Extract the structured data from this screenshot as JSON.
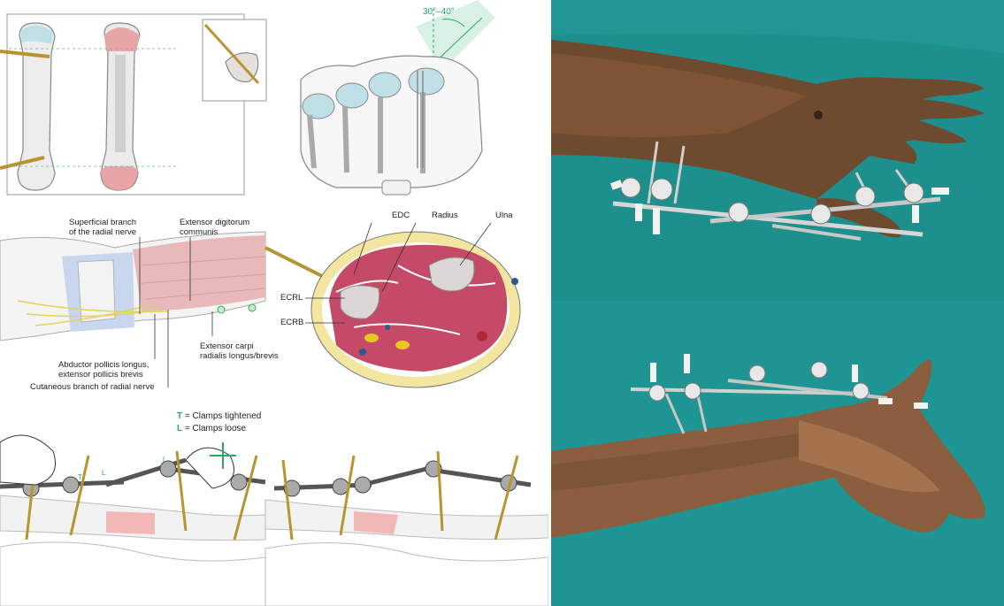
{
  "illustration": {
    "top_right": {
      "angle_label": "30°–40°"
    },
    "middle_left": {
      "labels": {
        "superficial_branch_l1": "Superficial branch",
        "superficial_branch_l2": "of the radial nerve",
        "extensor_digitorum_l1": "Extensor digitorum",
        "extensor_digitorum_l2": "communis",
        "extensor_carpi_l1": "Extensor carpi",
        "extensor_carpi_l2": "radialis longus/brevis",
        "abductor_l1": "Abductor pollicis longus,",
        "abductor_l2": "extensor pollicis brevis",
        "cutaneous": "Cutaneous branch of radial nerve"
      }
    },
    "middle_right": {
      "labels": {
        "edc": "EDC",
        "radius": "Radius",
        "ulna": "Ulna",
        "ecrl": "ECRL",
        "ecrb": "ECRB"
      }
    },
    "bottom": {
      "legend": {
        "t_key": "T",
        "t_text": " = Clamps tightened",
        "l_key": "L",
        "l_text": " = Clamps loose"
      },
      "markers": {
        "t": "T",
        "l1": "L",
        "l2": "L"
      }
    }
  },
  "photos": {
    "top": {
      "subject": "forearm with external fixator, dorsal view",
      "background_color": "#1d8f8c"
    },
    "bottom": {
      "subject": "forearm with external fixator, lateral view",
      "background_color": "#1f9593"
    }
  },
  "colors": {
    "bone": "#eeeeee",
    "bone_highlight": "#e8a5a5",
    "muscle": "#c44a68",
    "fat": "#f3e6a0",
    "accent_green": "#2aa866",
    "drape_teal": "#1d8f8c"
  }
}
